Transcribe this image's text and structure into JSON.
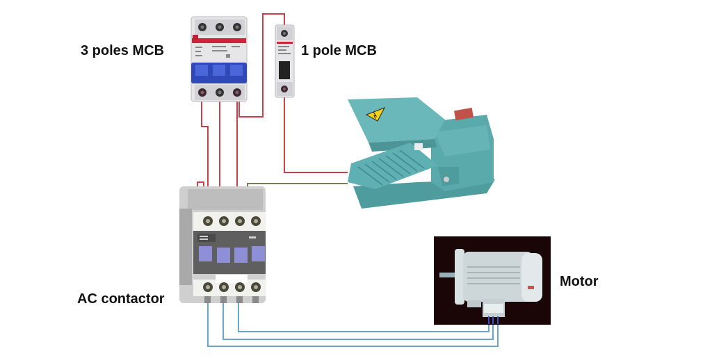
{
  "labels": {
    "mcb3": "3 poles MCB",
    "mcb1": "1 pole MCB",
    "contactor": "AC contactor",
    "motor": "Motor"
  },
  "colors": {
    "power_wire": "#c8404a",
    "control_wire": "#7a7a5a",
    "motor_wire": "#6aa6c8",
    "mcb_handle": "#2f49b8",
    "mcb_brand_stripe": "#d0243c",
    "pedal": "#5fb0b2",
    "motor_bg": "#1a0606",
    "contactor_body": "#d9d9d9",
    "contactor_window": "#8f8fd8"
  },
  "components": [
    {
      "id": "mcb3",
      "name": "3 poles MCB",
      "poles": 3
    },
    {
      "id": "mcb1",
      "name": "1 pole MCB",
      "poles": 1
    },
    {
      "id": "foot_switch",
      "name": "Foot pedal switch",
      "icon": "warning-triangle"
    },
    {
      "id": "contactor",
      "name": "AC contactor",
      "terminals_top": 4,
      "terminals_bottom": 4
    },
    {
      "id": "motor",
      "name": "Motor",
      "phases": 3
    }
  ]
}
